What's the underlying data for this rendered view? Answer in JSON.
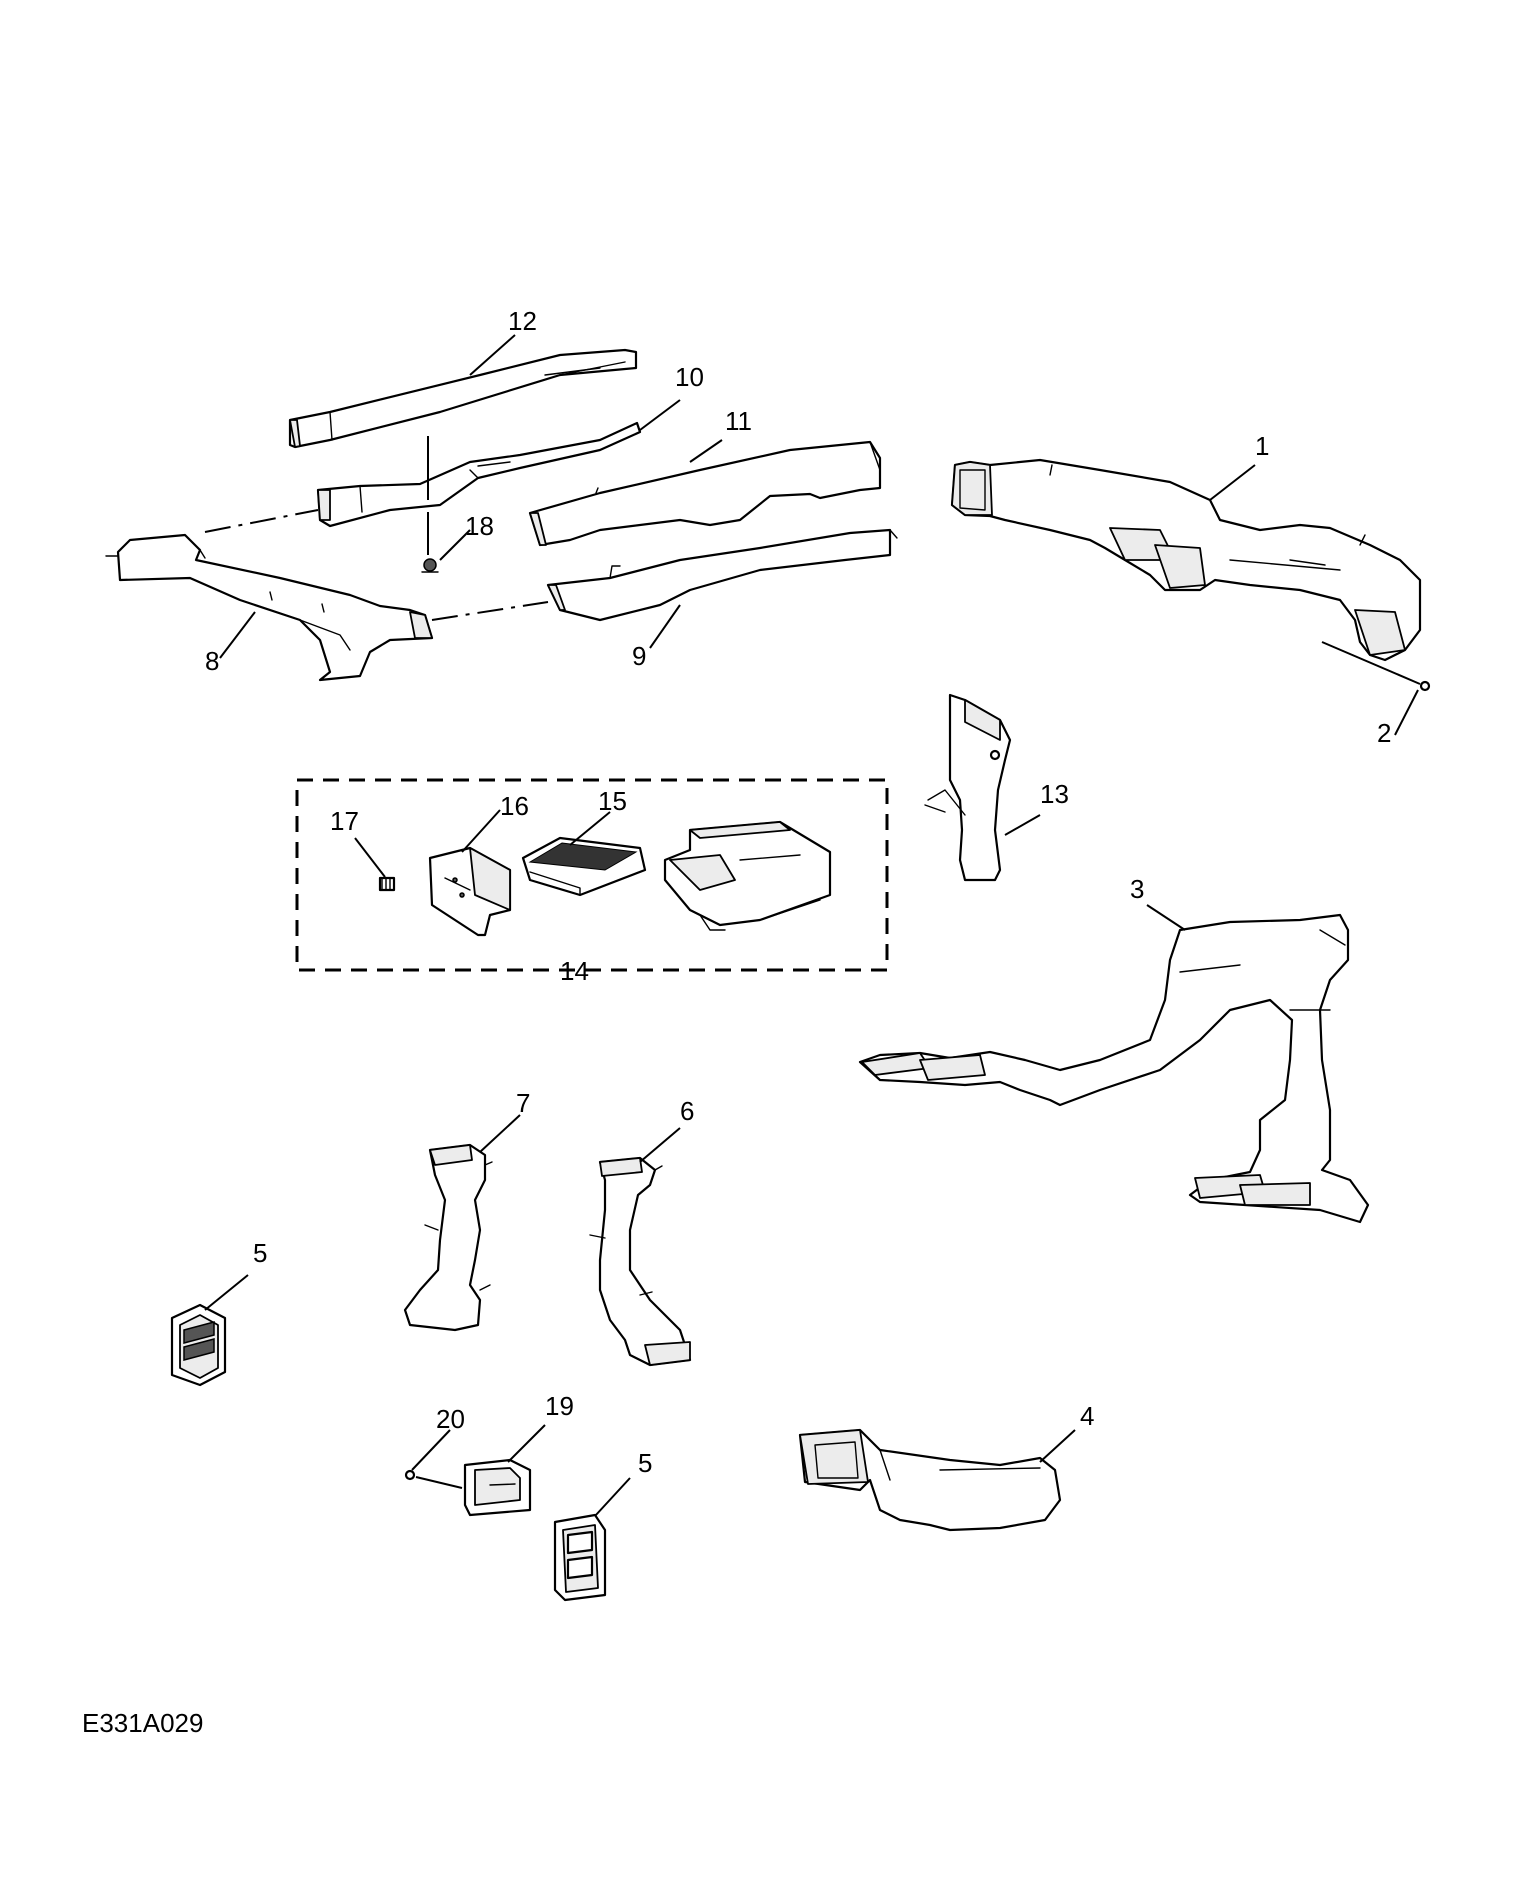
{
  "diagram": {
    "drawing_code": "E331A029",
    "callouts": {
      "c1": "1",
      "c2": "2",
      "c3": "3",
      "c4": "4",
      "c5a": "5",
      "c5b": "5",
      "c6": "6",
      "c7": "7",
      "c8": "8",
      "c9": "9",
      "c10": "10",
      "c11": "11",
      "c12": "12",
      "c13": "13",
      "c14": "14",
      "c15": "15",
      "c16": "16",
      "c17": "17",
      "c18": "18",
      "c19": "19",
      "c20": "20"
    }
  }
}
